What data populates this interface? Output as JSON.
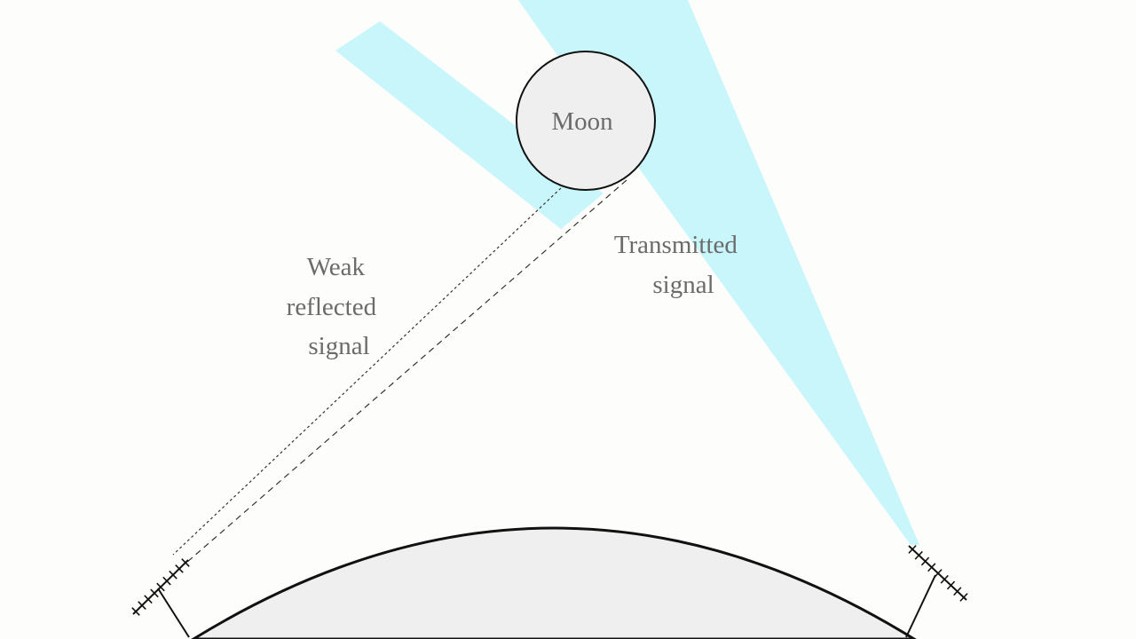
{
  "labels": {
    "moon": "Moon",
    "reflected": [
      "Weak",
      "reflected",
      "signal"
    ],
    "transmitted": [
      "Transmitted",
      "signal"
    ]
  },
  "colors": {
    "background": "#fdfdfb",
    "beam": "#c8f6fa",
    "body_fill": "#efefef",
    "stroke": "#111111",
    "label_text": "#6b6b6b"
  },
  "icons": {
    "left_antenna": "dish-antenna-icon",
    "right_antenna": "dish-antenna-icon"
  }
}
